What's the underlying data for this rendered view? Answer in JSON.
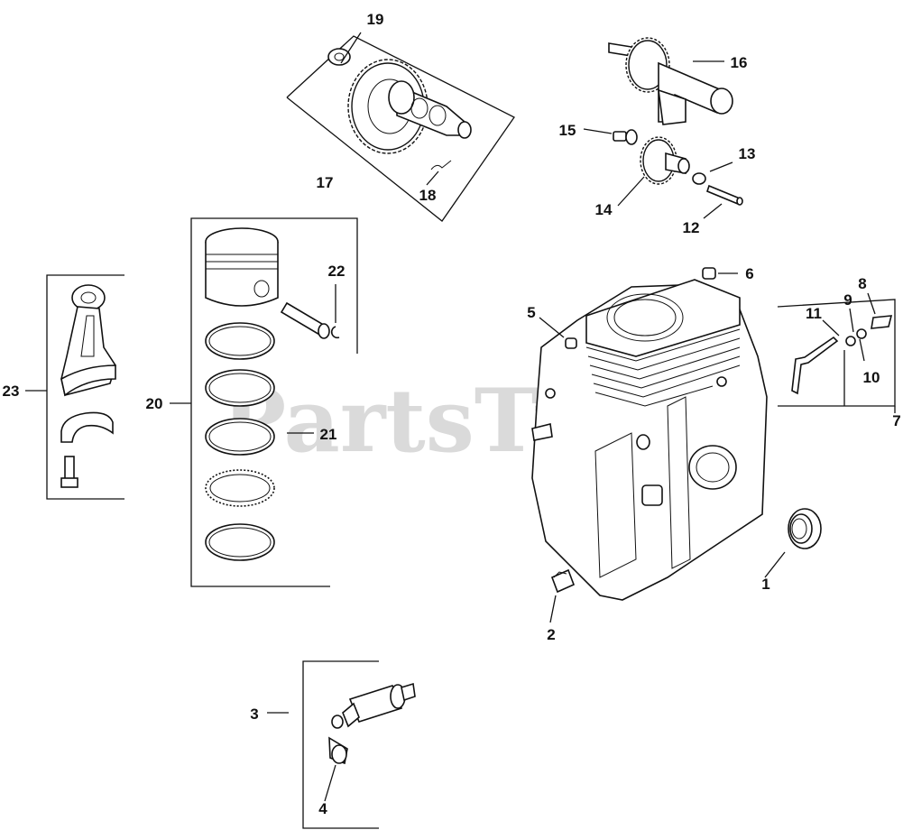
{
  "watermark": "PartsTree",
  "callouts": [
    {
      "id": "1",
      "label": "1"
    },
    {
      "id": "2",
      "label": "2"
    },
    {
      "id": "3",
      "label": "3"
    },
    {
      "id": "4",
      "label": "4"
    },
    {
      "id": "5",
      "label": "5"
    },
    {
      "id": "6",
      "label": "6"
    },
    {
      "id": "7",
      "label": "7"
    },
    {
      "id": "8",
      "label": "8"
    },
    {
      "id": "9",
      "label": "9"
    },
    {
      "id": "10",
      "label": "10"
    },
    {
      "id": "11",
      "label": "11"
    },
    {
      "id": "12",
      "label": "12"
    },
    {
      "id": "13",
      "label": "13"
    },
    {
      "id": "14",
      "label": "14"
    },
    {
      "id": "15",
      "label": "15"
    },
    {
      "id": "16",
      "label": "16"
    },
    {
      "id": "17",
      "label": "17"
    },
    {
      "id": "18",
      "label": "18"
    },
    {
      "id": "19",
      "label": "19"
    },
    {
      "id": "20",
      "label": "20"
    },
    {
      "id": "21",
      "label": "21"
    },
    {
      "id": "22",
      "label": "22"
    },
    {
      "id": "23",
      "label": "23"
    }
  ]
}
